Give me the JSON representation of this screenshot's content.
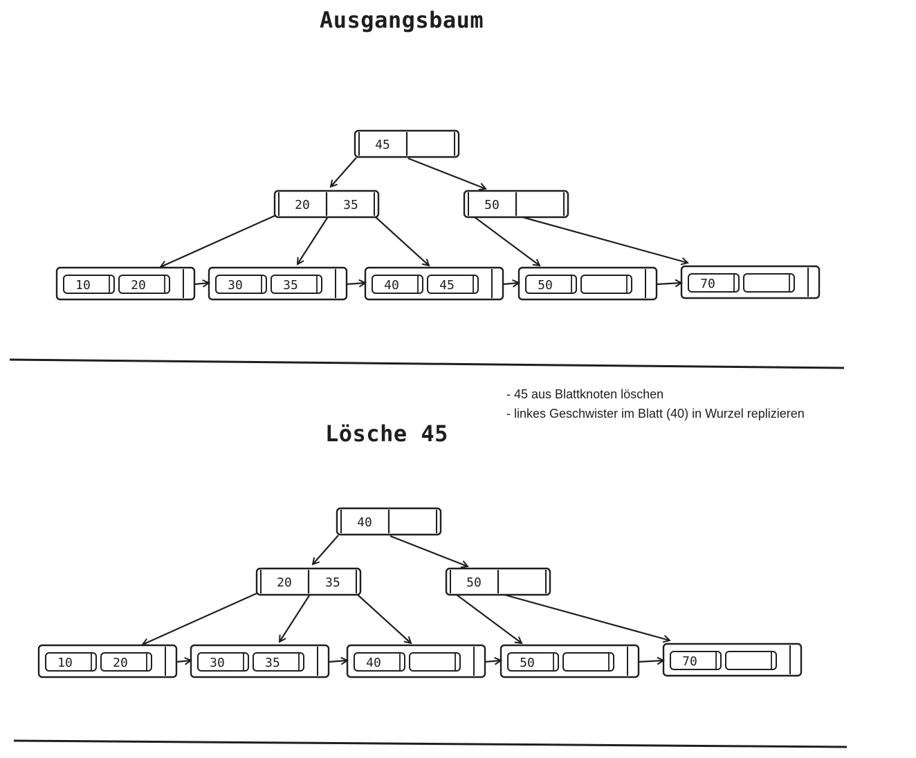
{
  "titles": {
    "initial": "Ausgangsbaum",
    "delete": "Lösche 45"
  },
  "notes": [
    "- 45 aus Blattknoten löschen",
    "- linkes Geschwister im Blatt (40) in Wurzel replizieren"
  ],
  "stroke_color": "#1e1e1e",
  "trees": [
    {
      "root": [
        "45",
        ""
      ],
      "internal": [
        [
          "20",
          "35"
        ],
        [
          "50",
          ""
        ]
      ],
      "leaves": [
        [
          "10",
          "20"
        ],
        [
          "30",
          "35"
        ],
        [
          "40",
          "45"
        ],
        [
          "50",
          ""
        ],
        [
          "70",
          ""
        ]
      ]
    },
    {
      "root": [
        "40",
        ""
      ],
      "internal": [
        [
          "20",
          "35"
        ],
        [
          "50",
          ""
        ]
      ],
      "leaves": [
        [
          "10",
          "20"
        ],
        [
          "30",
          "35"
        ],
        [
          "40",
          ""
        ],
        [
          "50",
          ""
        ],
        [
          "70",
          ""
        ]
      ]
    }
  ]
}
